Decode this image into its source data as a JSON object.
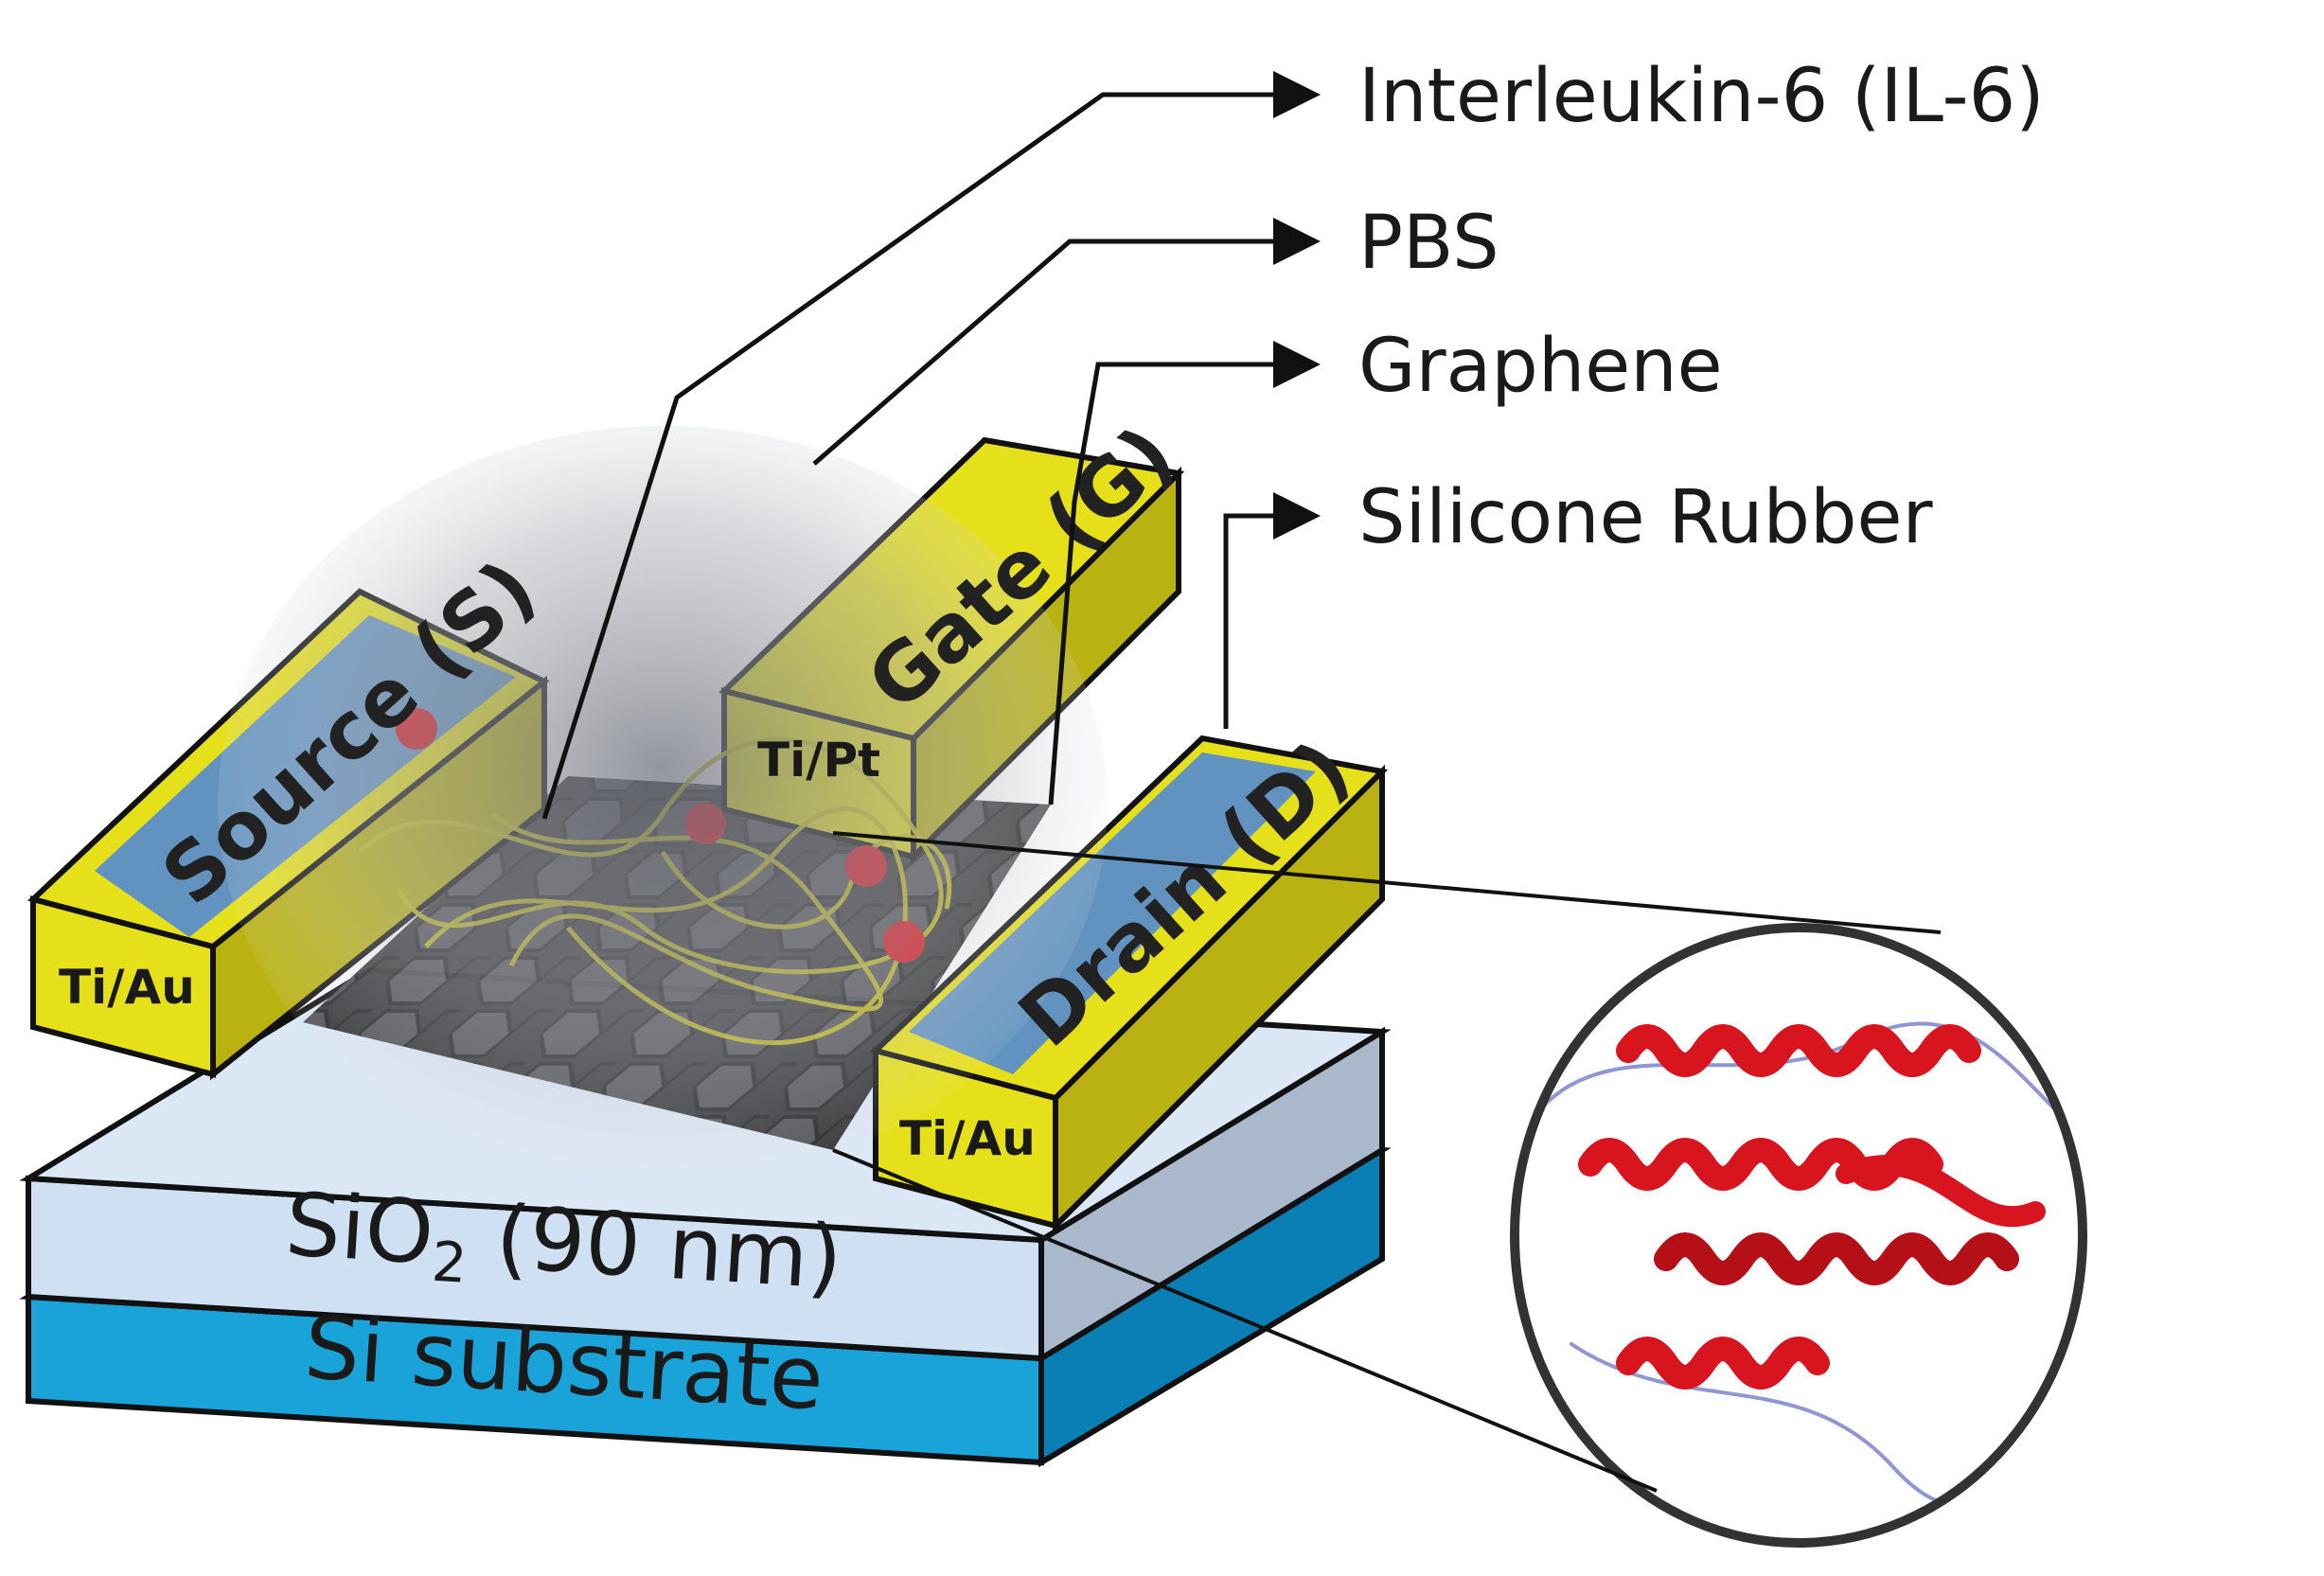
{
  "callouts": {
    "il6": "Interleukin-6 (IL-6)",
    "pbs": "PBS",
    "graphene": "Graphene",
    "silicone": "Silicone Rubber"
  },
  "layers": {
    "sio2_prefix": "SiO",
    "sio2_sub": "2",
    "sio2_suffix": " (90 nm)",
    "si": "Si substrate"
  },
  "electrodes": {
    "source": "Source (S)",
    "gate": "Gate (G)",
    "drain": "Drain (D)",
    "source_metal": "Ti/Au",
    "drain_metal": "Ti/Au",
    "gate_metal": "Ti/Pt"
  },
  "colors": {
    "si": "#1aa3d9",
    "sio2": "#cfe0f2",
    "electrode": "#e6e01a",
    "contact": "#5b8ec9",
    "graphene": "#3a3a3a",
    "protein": "#d8141e",
    "antibody": "#c9c21a"
  }
}
